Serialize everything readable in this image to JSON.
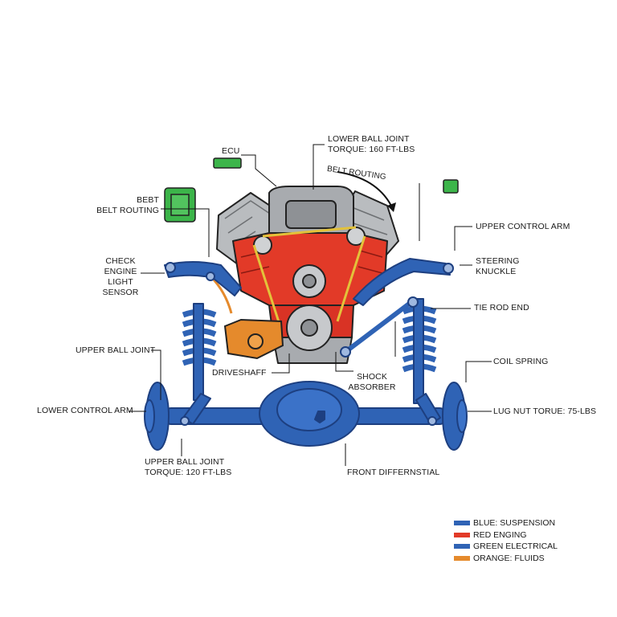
{
  "labels": {
    "ecu": "ECU",
    "lower_ball_joint_line1": "LOWER BALL JOINT",
    "lower_ball_joint_line2": "TORQUE: 160 FT-LBS",
    "belt_routing_arrow": "BELT ROUTING",
    "beet_line1": "BEBT",
    "beet_line2": "BELT ROUTING",
    "upper_control_arm": "UPPER CONTROL ARM",
    "check_engine_line1": "CHECK",
    "check_engine_line2": "ENGINE",
    "check_engine_line3": "LIGHT",
    "check_engine_line4": "SENSOR",
    "steering_knuckle_line1": "STEERING",
    "steering_knuckle_line2": "KNUCKLE",
    "tie_rod_end": "TIE ROD END",
    "upper_ball_joint": "UPPER BALL JOINT",
    "coil_spring": "COIL SPRING",
    "driveshaft": "DRIVESHAFF",
    "shock_line1": "SHOCK",
    "shock_line2": "ABSORBER",
    "lower_control_arm": "LOWER CONTROL ARM",
    "lug_nut": "LUG NUT TORUE: 75-LBS",
    "upper_ball_joint_torque_line1": "UPPER BALL JOINT",
    "upper_ball_joint_torque_line2": "TORQUE: 120 FT-LBS",
    "front_differential": "FRONT DIFFERNSTIAL"
  },
  "legend": [
    {
      "label": "BLUE: SUSPENSION",
      "color": "#2f63b5"
    },
    {
      "label": "RED ENGING",
      "color": "#e23a28"
    },
    {
      "label": "GREEN ELECTRICAL",
      "color": "#2f63b5"
    },
    {
      "label": "ORANGE: FLUIDS",
      "color": "#e58a2c"
    }
  ],
  "colors": {
    "suspension": "#2f63b5",
    "engine": "#e23a28",
    "electrical": "#3cb54a",
    "fluids": "#e58a2c",
    "metal": "#b9bcbf"
  }
}
